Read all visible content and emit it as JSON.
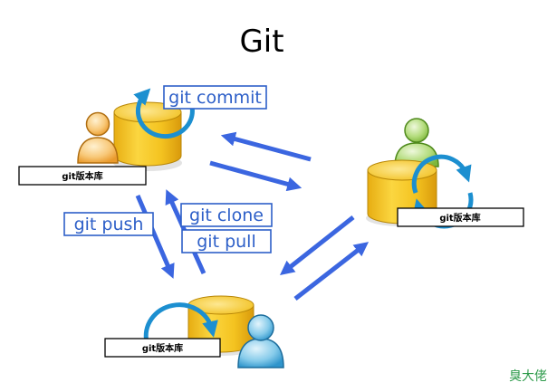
{
  "diagram": {
    "title": "Git",
    "commands": {
      "commit": "git commit",
      "clone": "git clone",
      "pull": "git pull",
      "push": "git push"
    },
    "repositories": {
      "top_left": "git版本库",
      "right": "git版本库",
      "bottom": "git版本库"
    },
    "watermark": "臭大佬",
    "colors": {
      "arrow": "#3b66e0",
      "command_text": "#2d5fc8",
      "cycle_arrow": "#1c8fd0",
      "database": "#f6c51c",
      "user_orange": "#f5a83e",
      "user_green": "#8ec64a",
      "user_blue": "#3aa4d8",
      "watermark": "#2e9b4b"
    }
  }
}
